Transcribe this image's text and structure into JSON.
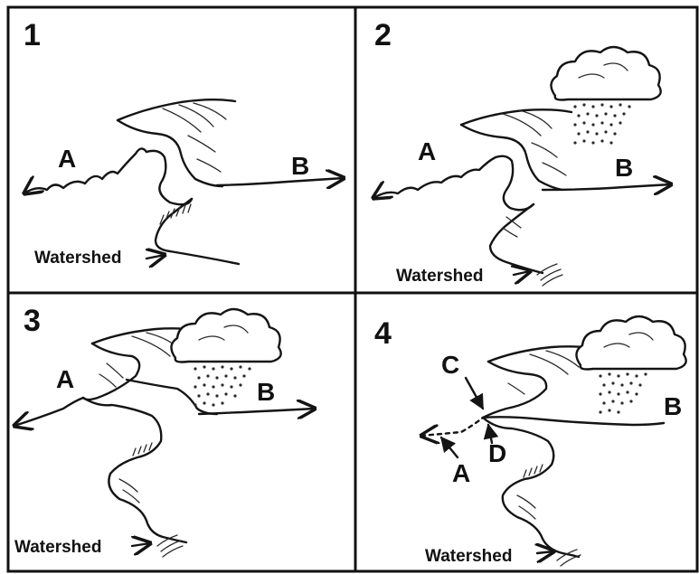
{
  "panels": [
    {
      "number": "1",
      "labels": {
        "a": "A",
        "b": "B"
      },
      "watershed": "Watershed"
    },
    {
      "number": "2",
      "labels": {
        "a": "A",
        "b": "B"
      },
      "watershed": "Watershed"
    },
    {
      "number": "3",
      "labels": {
        "a": "A",
        "b": "B"
      },
      "watershed": "Watershed"
    },
    {
      "number": "4",
      "labels": {
        "a": "A",
        "b": "B",
        "c": "C",
        "d": "D"
      },
      "watershed": "Watershed"
    }
  ],
  "icons": [
    "rain-cloud-icon",
    "arrow-icon"
  ],
  "colors": {
    "ink": "#141414",
    "paper": "#ffffff"
  }
}
